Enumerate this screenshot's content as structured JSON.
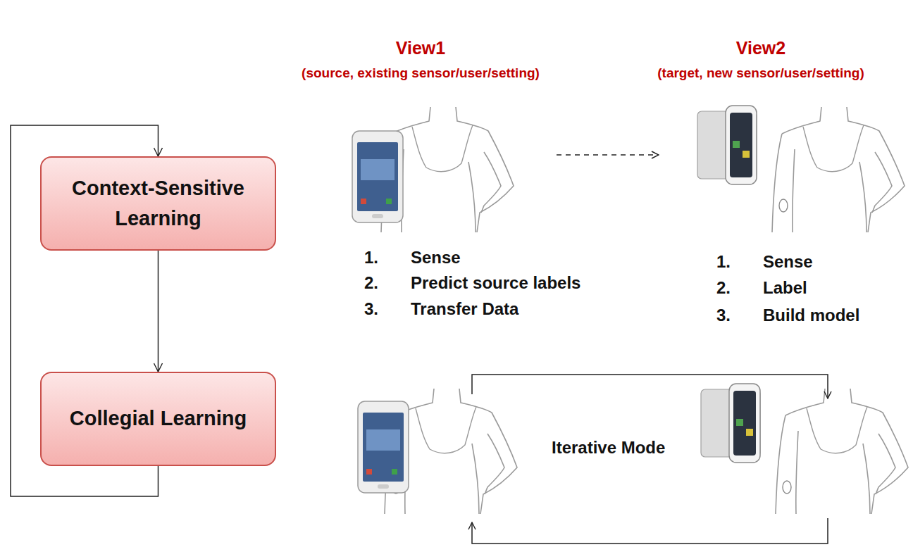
{
  "diagram": {
    "nodes": [
      {
        "text": [
          "Context-Sensitive Learning"
        ]
      },
      {
        "text": [
          "Collegial Learning"
        ]
      }
    ],
    "edges": [
      {
        "from": 0,
        "to": 1,
        "arrow": "to"
      },
      {
        "from": 1,
        "to": 0,
        "arrow": "to"
      }
    ],
    "labels": [
      "View1",
      "(source, existing sensor/user/setting)",
      "View2",
      "(target, new sensor/user/setting)",
      "1.",
      "Sense",
      "2.",
      "Predict source labels",
      "3.",
      "Transfer Data",
      "1.",
      "Sense",
      "2.",
      "Label",
      "3.",
      "Build model",
      "Iterative Mode"
    ]
  }
}
